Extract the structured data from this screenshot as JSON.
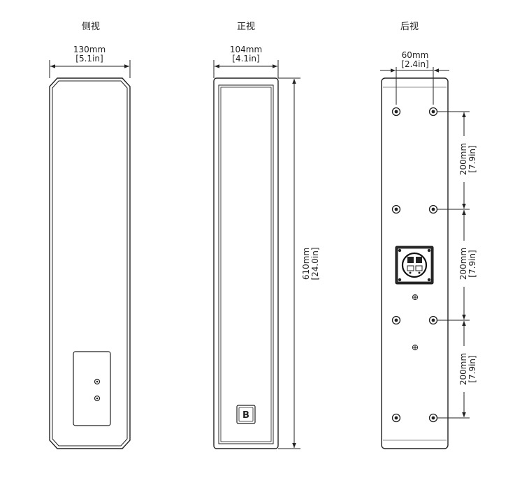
{
  "views": {
    "side": {
      "title": "侧视",
      "width_mm": "130mm",
      "width_in": "[5.1in]"
    },
    "front": {
      "title": "正视",
      "width_mm": "104mm",
      "width_in": "[4.1in]",
      "height_mm": "610mm",
      "height_in": "[24.0in]",
      "logo_text": "B"
    },
    "back": {
      "title": "后视",
      "width_mm": "60mm",
      "width_in": "[2.4in]",
      "spacings": [
        {
          "mm": "200mm",
          "in": "[7.9in]"
        },
        {
          "mm": "200mm",
          "in": "[7.9in]"
        },
        {
          "mm": "200mm",
          "in": "[7.9in]"
        }
      ]
    }
  },
  "colors": {
    "line": "#222222",
    "background": "#ffffff"
  }
}
